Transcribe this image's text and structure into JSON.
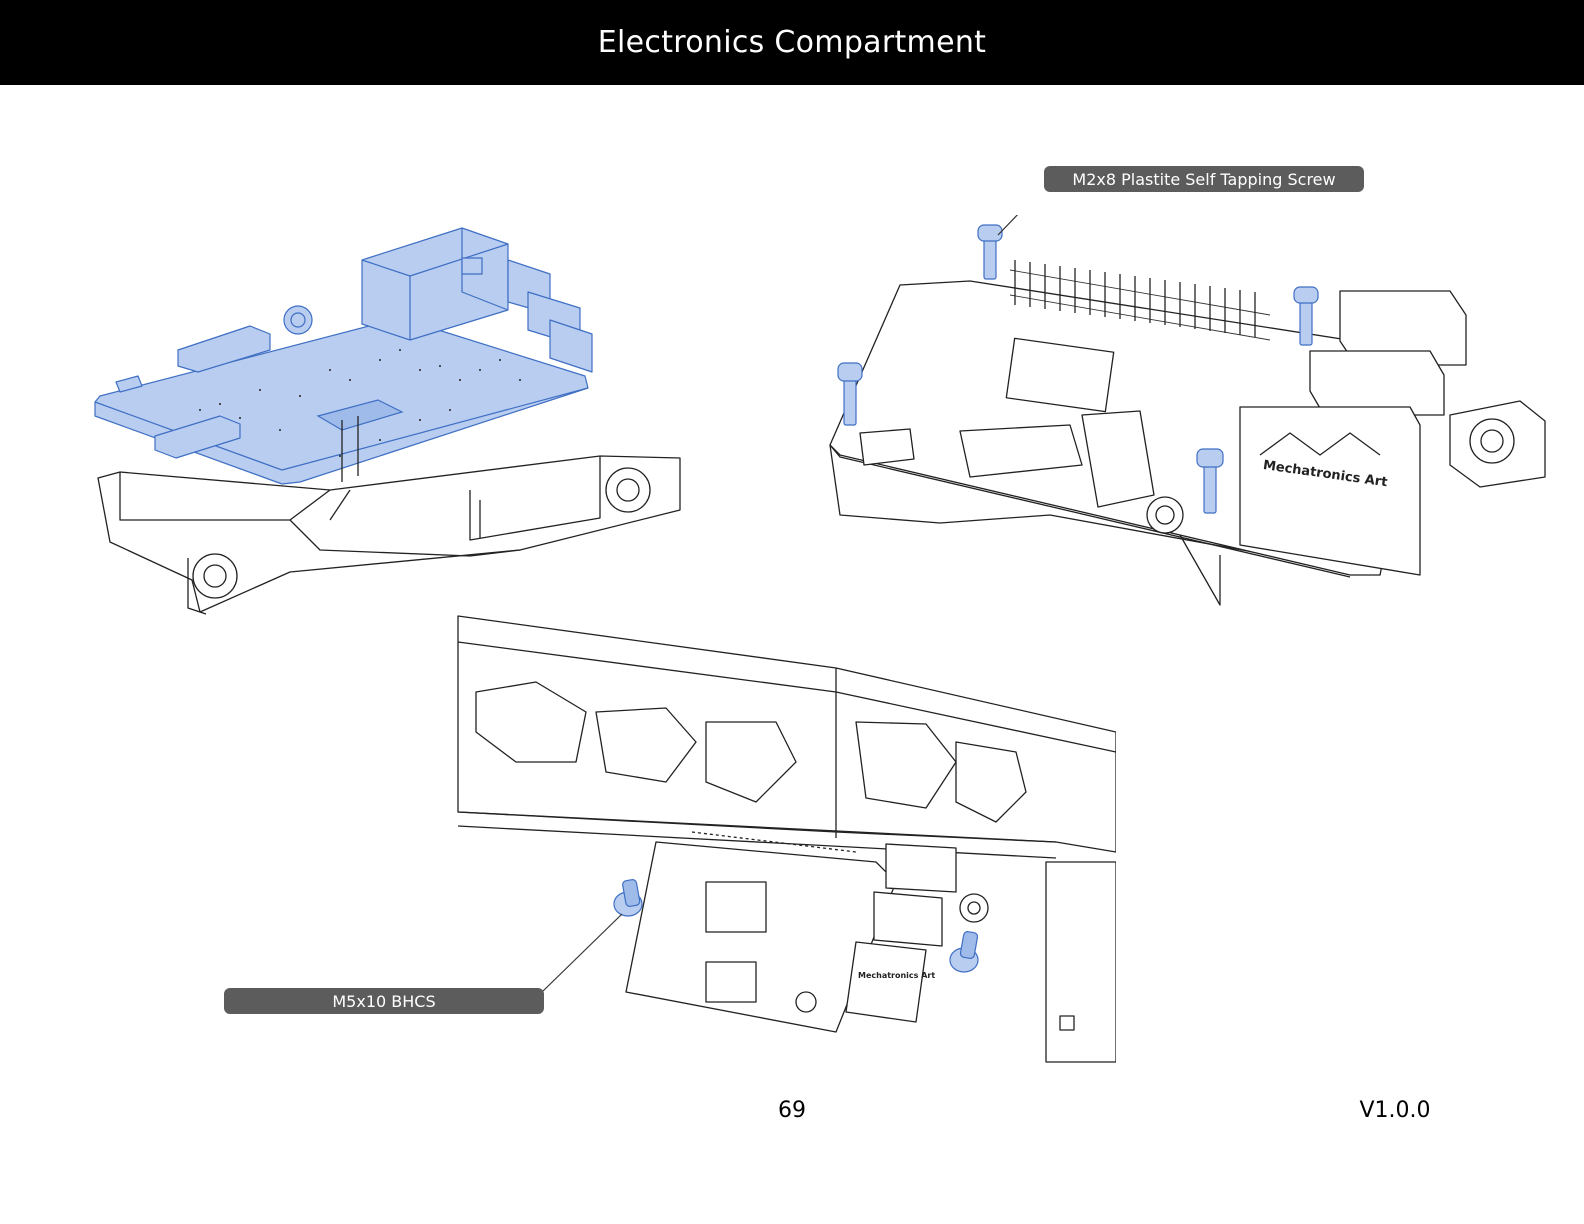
{
  "header": {
    "title": "Electronics Compartment"
  },
  "callouts": {
    "top_screw": "M2x8 Plastite Self Tapping Screw",
    "bottom_screw": "M5x10 BHCS"
  },
  "board_logo_text": "Mechatronics Art",
  "footer": {
    "page_number": "69",
    "version": "V1.0.0"
  },
  "colors": {
    "header_bg": "#000000",
    "highlight_blue": "#b8cdf0",
    "callout_bg": "#5c5c5c"
  }
}
